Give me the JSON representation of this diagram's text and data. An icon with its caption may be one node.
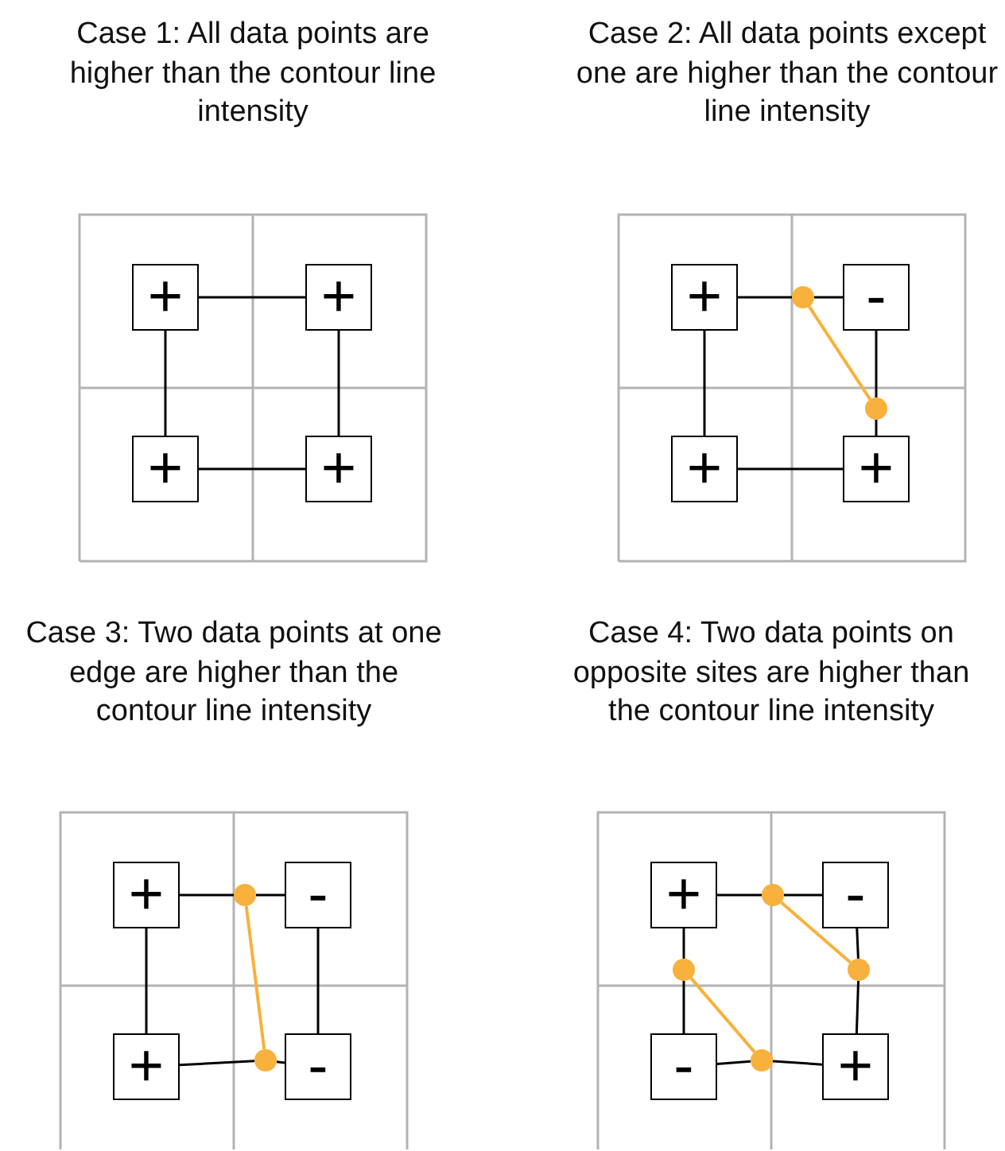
{
  "diagram": {
    "nodes": [
      {
        "text": [
          "+"
        ]
      },
      {
        "text": [
          "+"
        ]
      },
      {
        "text": [
          "+"
        ]
      },
      {
        "text": [
          "+"
        ]
      },
      {
        "text": [
          "+"
        ]
      },
      {
        "text": [
          "-"
        ]
      },
      {
        "text": [
          "+"
        ]
      },
      {
        "text": [
          "+"
        ]
      },
      {
        "text": [],
        "shape": "circle"
      },
      {
        "text": [],
        "shape": "circle"
      },
      {
        "text": [
          "+"
        ]
      },
      {
        "text": [
          "-"
        ]
      },
      {
        "text": [
          "+"
        ]
      },
      {
        "text": [
          "-"
        ]
      },
      {
        "text": [],
        "shape": "circle"
      },
      {
        "text": [],
        "shape": "circle"
      },
      {
        "text": [
          "+"
        ]
      },
      {
        "text": [
          "-"
        ]
      },
      {
        "text": [
          "-"
        ]
      },
      {
        "text": [
          "+"
        ]
      },
      {
        "text": [],
        "shape": "circle"
      },
      {
        "text": [],
        "shape": "circle"
      },
      {
        "text": [],
        "shape": "circle"
      },
      {
        "text": [],
        "shape": "circle"
      }
    ],
    "edges": [
      {
        "from": 0,
        "to": 1,
        "arrow": "none"
      },
      {
        "from": 0,
        "to": 2,
        "arrow": "none"
      },
      {
        "from": 1,
        "to": 3,
        "arrow": "none"
      },
      {
        "from": 2,
        "to": 3,
        "arrow": "none"
      },
      {
        "from": 4,
        "to": 8,
        "arrow": "none"
      },
      {
        "from": 8,
        "to": 5,
        "arrow": "none"
      },
      {
        "from": 4,
        "to": 6,
        "arrow": "none"
      },
      {
        "from": 5,
        "to": 9,
        "arrow": "none"
      },
      {
        "from": 9,
        "to": 7,
        "arrow": "none"
      },
      {
        "from": 6,
        "to": 7,
        "arrow": "none"
      },
      {
        "from": 8,
        "to": 9,
        "arrow": "none",
        "color": "#f7b13c"
      },
      {
        "from": 10,
        "to": 14,
        "arrow": "none"
      },
      {
        "from": 14,
        "to": 11,
        "arrow": "none"
      },
      {
        "from": 10,
        "to": 12,
        "arrow": "none"
      },
      {
        "from": 11,
        "to": 13,
        "arrow": "none"
      },
      {
        "from": 12,
        "to": 15,
        "arrow": "none"
      },
      {
        "from": 15,
        "to": 13,
        "arrow": "none"
      },
      {
        "from": 14,
        "to": 15,
        "arrow": "none",
        "color": "#f7b13c"
      },
      {
        "from": 16,
        "to": 20,
        "arrow": "none"
      },
      {
        "from": 20,
        "to": 17,
        "arrow": "none"
      },
      {
        "from": 16,
        "to": 21,
        "arrow": "none"
      },
      {
        "from": 21,
        "to": 18,
        "arrow": "none"
      },
      {
        "from": 17,
        "to": 22,
        "arrow": "none"
      },
      {
        "from": 22,
        "to": 19,
        "arrow": "none"
      },
      {
        "from": 18,
        "to": 23,
        "arrow": "none"
      },
      {
        "from": 23,
        "to": 19,
        "arrow": "none"
      },
      {
        "from": 20,
        "to": 22,
        "arrow": "none",
        "color": "#f7b13c"
      },
      {
        "from": 21,
        "to": 23,
        "arrow": "none",
        "color": "#f7b13c"
      }
    ],
    "labels": [
      "Case 1: All data points are higher than the contour line intensity",
      "Case 2: All data points except one are higher than the contour line intensity",
      "Case 3: Two data points at one edge are higher than the contour line intensity",
      "Case 4: Two data points on opposite sites are higher than the contour line intensity"
    ]
  }
}
